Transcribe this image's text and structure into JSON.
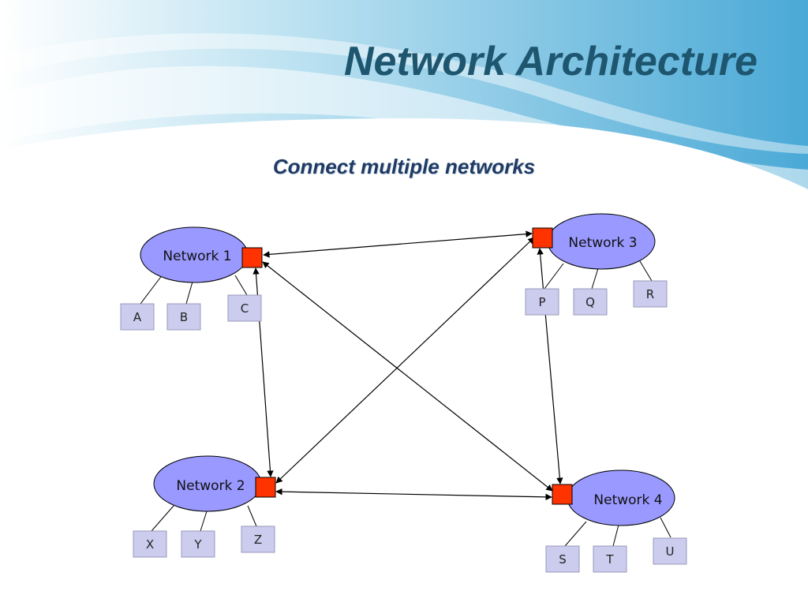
{
  "slide": {
    "title": "Network Architecture",
    "subtitle": "Connect multiple networks"
  },
  "diagram": {
    "networks": [
      {
        "id": "n1",
        "label": "Network 1"
      },
      {
        "id": "n2",
        "label": "Network 2"
      },
      {
        "id": "n3",
        "label": "Network 3"
      },
      {
        "id": "n4",
        "label": "Network 4"
      }
    ],
    "hosts": {
      "n1": [
        "A",
        "B",
        "C"
      ],
      "n2": [
        "X",
        "Y",
        "Z"
      ],
      "n3": [
        "P",
        "Q",
        "R"
      ],
      "n4": [
        "S",
        "T",
        "U"
      ]
    },
    "links": [
      [
        "n1",
        "n2"
      ],
      [
        "n1",
        "n3"
      ],
      [
        "n1",
        "n4"
      ],
      [
        "n2",
        "n3"
      ],
      [
        "n2",
        "n4"
      ],
      [
        "n3",
        "n4"
      ]
    ]
  },
  "colors": {
    "title": "#1e5670",
    "subtitle": "#1f3a63",
    "network_fill": "#9999ff",
    "router_fill": "#ff3300",
    "host_fill": "#ccccee",
    "banner": "#5bb3da"
  }
}
